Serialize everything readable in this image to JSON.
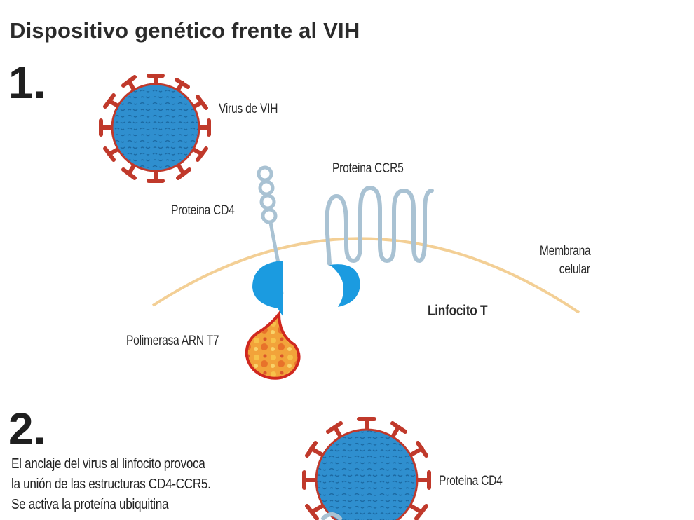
{
  "title": "Dispositivo genético frente al VIH",
  "steps": {
    "one": "1.",
    "two": "2."
  },
  "labels": {
    "virus": "Virus de VIH",
    "ccr5": "Proteina CCR5",
    "cd4": "Proteina CD4",
    "membrane_line1": "Membrana",
    "membrane_line2": "celular",
    "lymphocyte": "Linfocito T",
    "polymerase": "Polimerasa ARN T7",
    "cd4_step2": "Proteina CD4"
  },
  "description": {
    "line1": "El anclaje del virus al linfocito provoca",
    "line2": "la unión de las estructuras CD4-CCR5.",
    "line3": "Se activa la proteína ubiquitina"
  },
  "colors": {
    "virus_fill": "#2f8fcf",
    "virus_spikes": "#c0392b",
    "receptor": "#a9c2d3",
    "membrane": "#f3cf95",
    "anchor": "#1b9be0",
    "polymerase_fill": "#f2a33a",
    "polymerase_outline": "#d0281f"
  }
}
